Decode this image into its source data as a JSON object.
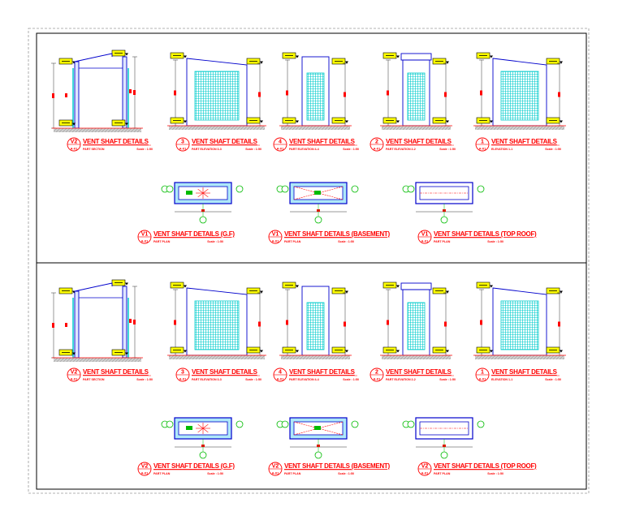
{
  "colors": {
    "red": "#ff0000",
    "blue": "#0000cc",
    "cyan": "#00cccc",
    "green": "#00bb00",
    "yellow": "#ffff00",
    "hatch": "#bbbbbb",
    "frame": "#000000"
  },
  "sheets": [
    {
      "elevations": [
        {
          "marker": "V2",
          "title": "VENT SHAFT DETAILS",
          "sheet": "A-01",
          "subtitle": "PART SECTION",
          "scale": "Scale : 1:50"
        },
        {
          "marker": "3",
          "title": "VENT SHAFT DETAILS",
          "sheet": "A-01",
          "subtitle": "PART ELEVATION 3-3",
          "scale": "Scale : 1:50"
        },
        {
          "marker": "4",
          "title": "VENT SHAFT DETAILS",
          "sheet": "A-01",
          "subtitle": "PART ELEVATION 4-4",
          "scale": "Scale : 1:50"
        },
        {
          "marker": "2",
          "title": "VENT SHAFT DETAILS",
          "sheet": "A-01",
          "subtitle": "PART ELEVATION 2-2",
          "scale": "Scale : 1:50"
        },
        {
          "marker": "1",
          "title": "VENT SHAFT DETAILS",
          "sheet": "A-01",
          "subtitle": "ELEVATION 1-1",
          "scale": "Scale : 1:50"
        }
      ],
      "plans": [
        {
          "marker": "V1",
          "title": "VENT SHAFT DETAILS (G.F)",
          "sheet": "A-01",
          "subtitle": "PART PLAN",
          "scale": "Scale : 1:50"
        },
        {
          "marker": "V1",
          "title": "VENT SHAFT DETAILS (BASEMENT)",
          "sheet": "A-01",
          "subtitle": "PART PLAN",
          "scale": "Scale : 1:50"
        },
        {
          "marker": "V1",
          "title": "VENT SHAFT DETAILS (TOP ROOF)",
          "sheet": "A-01",
          "subtitle": "PART PLAN",
          "scale": "Scale : 1:50"
        }
      ]
    },
    {
      "elevations": [
        {
          "marker": "V2",
          "title": "VENT SHAFT DETAILS",
          "sheet": "A-01",
          "subtitle": "PART SECTION",
          "scale": "Scale : 1:50"
        },
        {
          "marker": "3",
          "title": "VENT SHAFT DETAILS",
          "sheet": "A-01",
          "subtitle": "PART ELEVATION 3-3",
          "scale": "Scale : 1:50"
        },
        {
          "marker": "4",
          "title": "VENT SHAFT DETAILS",
          "sheet": "A-01",
          "subtitle": "PART ELEVATION 4-4",
          "scale": "Scale : 1:50"
        },
        {
          "marker": "2",
          "title": "VENT SHAFT DETAILS",
          "sheet": "A-01",
          "subtitle": "PART ELEVATION 2-2",
          "scale": "Scale : 1:50"
        },
        {
          "marker": "1",
          "title": "VENT SHAFT DETAILS",
          "sheet": "A-01",
          "subtitle": "ELEVATION 1-1",
          "scale": "Scale : 1:50"
        }
      ],
      "plans": [
        {
          "marker": "V2",
          "title": "VENT SHAFT DETAILS (G.F)",
          "sheet": "A-01",
          "subtitle": "PART PLAN",
          "scale": "Scale : 1:50"
        },
        {
          "marker": "V2",
          "title": "VENT SHAFT DETAILS (BASEMENT)",
          "sheet": "A-01",
          "subtitle": "PART PLAN",
          "scale": "Scale : 1:50"
        },
        {
          "marker": "V2",
          "title": "VENT SHAFT DETAILS (TOP ROOF)",
          "sheet": "A-01",
          "subtitle": "PART PLAN",
          "scale": "Scale : 1:50"
        }
      ]
    }
  ]
}
